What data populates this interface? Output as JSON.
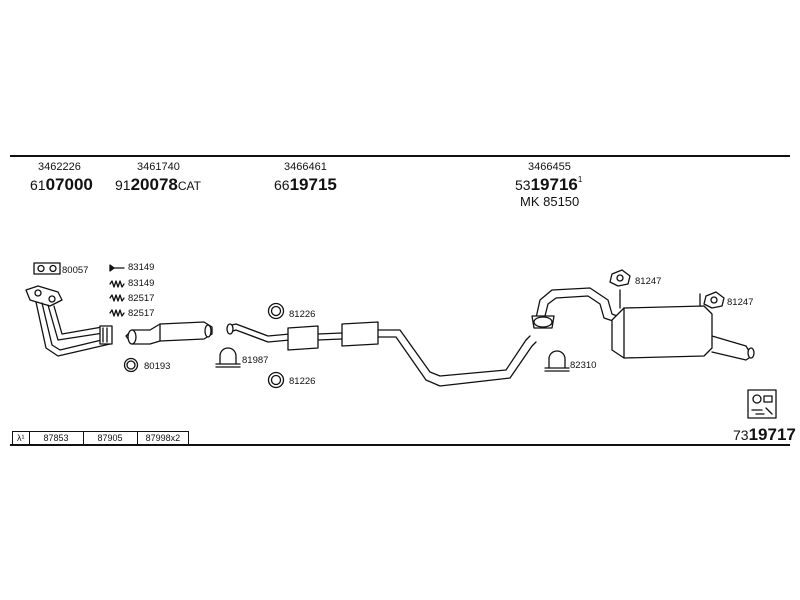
{
  "parts": {
    "p1": {
      "ref": "3462226",
      "prefix": "61",
      "main": "07000",
      "suffix": ""
    },
    "p2": {
      "ref": "3461740",
      "prefix": "91",
      "main": "20078",
      "suffix": "CAT"
    },
    "p3": {
      "ref": "3466461",
      "prefix": "66",
      "main": "19715",
      "suffix": ""
    },
    "p4": {
      "ref": "3466455",
      "prefix": "53",
      "main": "19716",
      "suffix": "",
      "sup": "1"
    },
    "mk": "MK  85150"
  },
  "labels": {
    "l80057": "80057",
    "l83149a": "83149",
    "l83149b": "83149",
    "l82517a": "82517",
    "l82517b": "82517",
    "l80193": "80193",
    "l81226a": "81226",
    "l81987": "81987",
    "l81226b": "81226",
    "l82310": "82310",
    "l81247a": "81247",
    "l81247b": "81247"
  },
  "bottom_row": {
    "lambda": "λ¹",
    "c1": "87853",
    "c2": "87905",
    "c3": "87998x2"
  },
  "kit": {
    "prefix": "73",
    "main": "19717"
  },
  "icons": {
    "kit": "kit-box-icon"
  }
}
